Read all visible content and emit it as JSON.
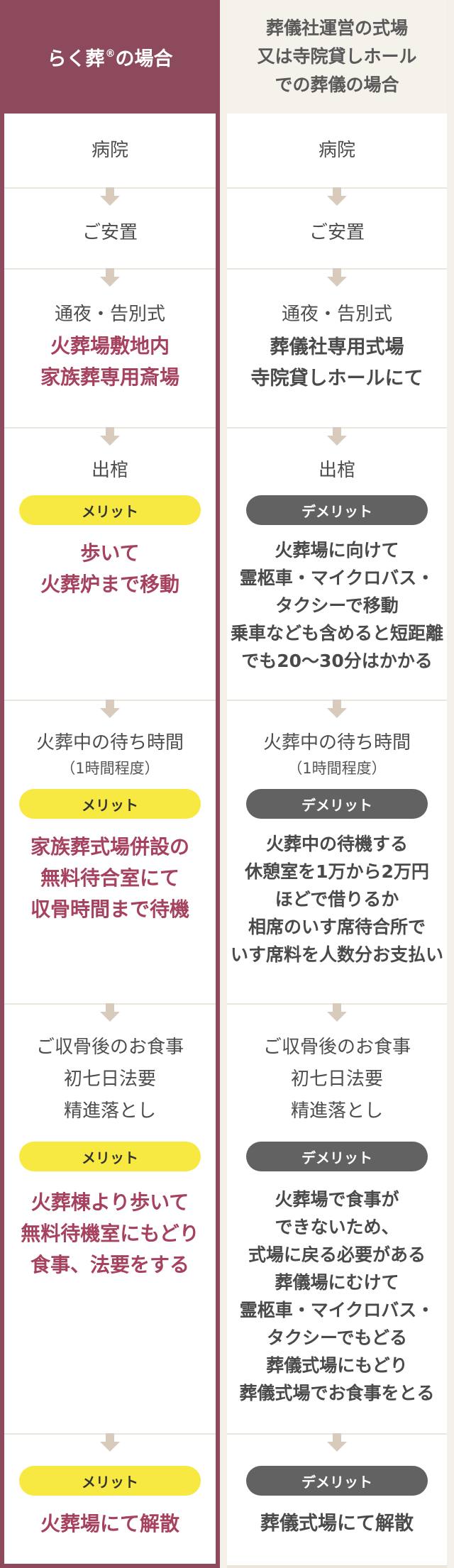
{
  "left": {
    "title": "らく葬",
    "title_mark": "®",
    "title_suffix": "の場合",
    "hospital": "病院",
    "anchi": "ご安置",
    "tsuya": "通夜・告別式",
    "tsuya_hl": [
      "火葬場敷地内",
      "家族葬専用斎場"
    ],
    "shukkan": "出棺",
    "badge": "メリット",
    "shukkan_hl": [
      "歩いて",
      "火葬炉まで移動"
    ],
    "wait": "火葬中の待ち時間",
    "wait_sub": "（1時間程度）",
    "wait_hl": [
      "家族葬式場併設の",
      "無料待合室にて",
      "収骨時間まで待機"
    ],
    "meal": [
      "ご収骨後のお食事",
      "初七日法要",
      "精進落とし"
    ],
    "meal_hl": [
      "火葬棟より歩いて",
      "無料待機室にもどり",
      "食事、法要をする"
    ],
    "end_hl": "火葬場にて解散"
  },
  "right": {
    "title": [
      "葬儀社運営の式場",
      "又は寺院貸しホール",
      "での葬儀の場合"
    ],
    "hospital": "病院",
    "anchi": "ご安置",
    "tsuya": "通夜・告別式",
    "tsuya_hl": [
      "葬儀社専用式場",
      "寺院貸しホールにて"
    ],
    "shukkan": "出棺",
    "badge": "デメリット",
    "shukkan_hl": [
      "火葬場に向けて",
      "霊柩車・マイクロバス・",
      "タクシーで移動",
      "乗車なども含めると短距離",
      "でも20〜30分はかかる"
    ],
    "wait": "火葬中の待ち時間",
    "wait_sub": "（1時間程度）",
    "wait_hl": [
      "火葬中の待機する",
      "休憩室を1万から2万円",
      "ほどで借りるか",
      "相席のいす席待合所で",
      "いす席料を人数分お支払い"
    ],
    "meal": [
      "ご収骨後のお食事",
      "初七日法要",
      "精進落とし"
    ],
    "meal_hl": [
      "火葬場で食事が",
      "できないため、",
      "式場に戻る必要がある",
      "葬儀場にむけて",
      "霊柩車・マイクロバス・",
      "タクシーでもどる",
      "葬儀式場にもどり",
      "葬儀式場でお食事をとる"
    ],
    "end_hl": "葬儀式場にて解散"
  }
}
